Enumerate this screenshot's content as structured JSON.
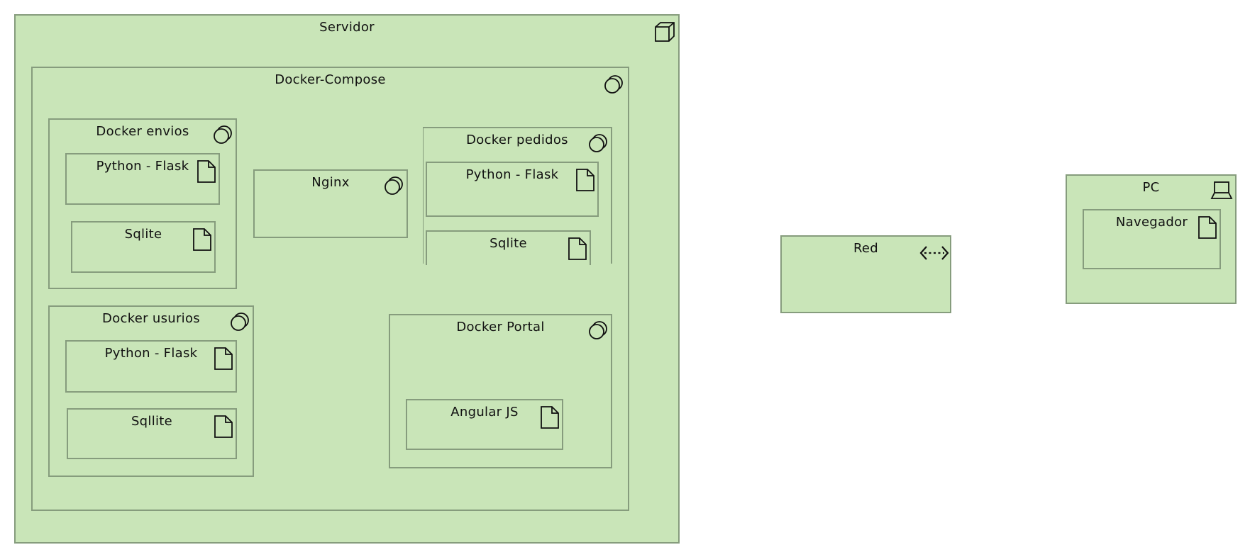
{
  "colors": {
    "fill": "#c9e5b8",
    "stroke": "#869c7d",
    "icon": "#111111"
  },
  "servidor": {
    "label": "Servidor",
    "icon": "node-box-icon",
    "compose": {
      "label": "Docker-Compose",
      "icon": "system-software-icon",
      "envios": {
        "label": "Docker envios",
        "icon": "system-software-icon",
        "flask": "Python - Flask",
        "sqlite": "Sqlite"
      },
      "nginx": {
        "label": "Nginx",
        "icon": "system-software-icon"
      },
      "pedidos": {
        "label": "Docker pedidos",
        "icon": "system-software-icon",
        "flask": "Python - Flask",
        "sqlite": "Sqlite"
      },
      "usurios": {
        "label": "Docker usurios",
        "icon": "system-software-icon",
        "flask": "Python - Flask",
        "sqlite": "Sqllite"
      },
      "portal": {
        "label": "Docker Portal",
        "icon": "system-software-icon",
        "angular": "Angular JS"
      }
    }
  },
  "red": {
    "label": "Red",
    "icon": "communication-network-icon"
  },
  "pc": {
    "label": "PC",
    "icon": "device-laptop-icon",
    "navegador": "Navegador"
  }
}
